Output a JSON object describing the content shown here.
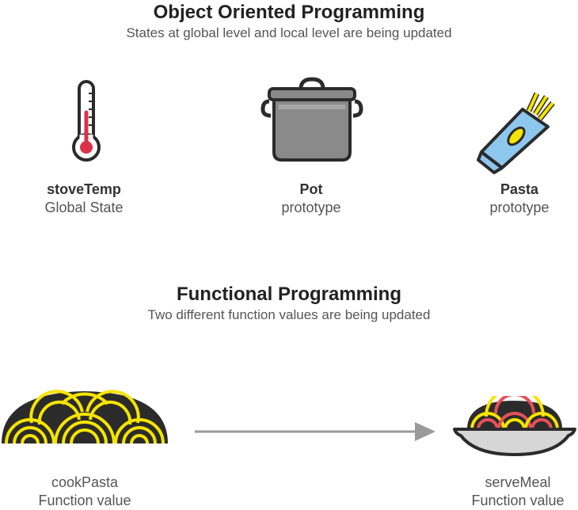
{
  "oop": {
    "title": "Object Oriented Programming",
    "subtitle": "States at global level and local level are being updated",
    "items": [
      {
        "name": "stoveTemp",
        "role": "Global State",
        "icon": "thermometer-icon"
      },
      {
        "name": "Pot",
        "role": "prototype",
        "icon": "pot-icon"
      },
      {
        "name": "Pasta",
        "role": "prototype",
        "icon": "pasta-box-icon"
      }
    ]
  },
  "fp": {
    "title": "Functional Programming",
    "subtitle": "Two different function values are being updated",
    "items": [
      {
        "name": "cookPasta",
        "role": "Function value",
        "icon": "noodles-icon"
      },
      {
        "name": "serveMeal",
        "role": "Function value",
        "icon": "pasta-plate-icon"
      }
    ],
    "arrow": "arrow-right-icon"
  },
  "colors": {
    "outline": "#2b2b2b",
    "thermo_red": "#d9324a",
    "pot_gray": "#8a8a8a",
    "pasta_blue": "#8ec7ee",
    "pasta_yellow": "#f5e400",
    "sauce_red": "#e8505a",
    "plate_gray": "#d6d6d6",
    "arrow_gray": "#9a9a9a"
  }
}
